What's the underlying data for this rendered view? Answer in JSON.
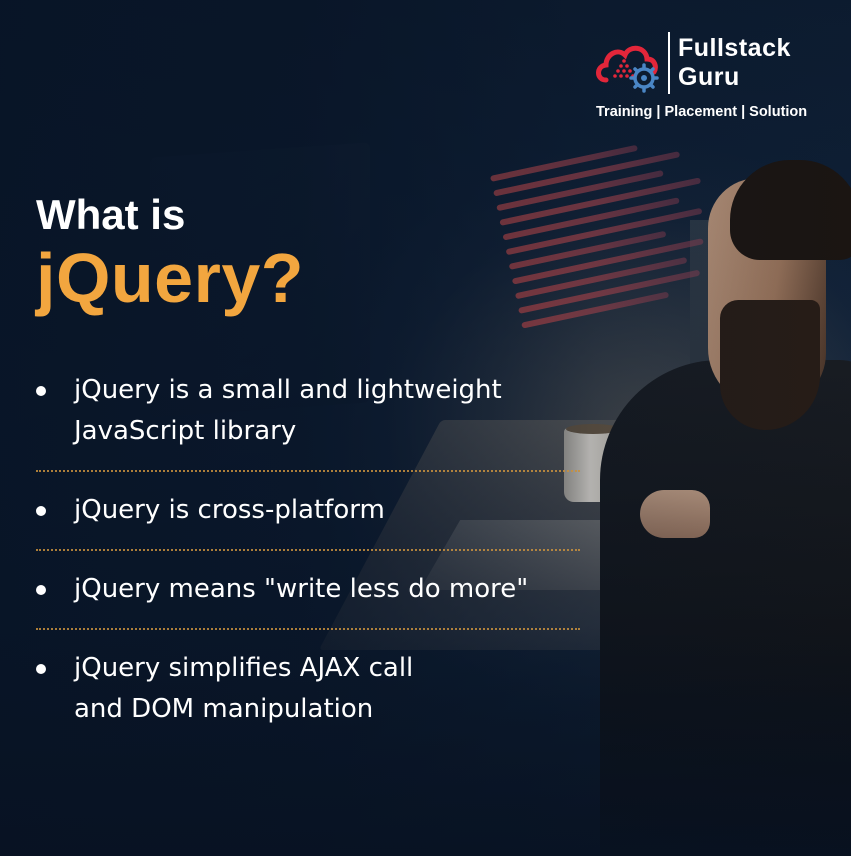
{
  "brand": {
    "name": "Fullstack\nGuru",
    "tagline": "Training | Placement | Solution",
    "colors": {
      "accent": "#f2a63f",
      "logo_red": "#e2263a",
      "logo_blue": "#4a86c5"
    },
    "icon": "cloud-gear-icon"
  },
  "headline": {
    "line1": "What is",
    "line2": "jQuery?"
  },
  "bullets": [
    {
      "text": "jQuery is a small and lightweight\nJavaScript library"
    },
    {
      "text": "jQuery is cross-platform"
    },
    {
      "text": "jQuery means \"write less do more\""
    },
    {
      "text": "jQuery simplifies AJAX call\nand DOM manipulation"
    }
  ]
}
